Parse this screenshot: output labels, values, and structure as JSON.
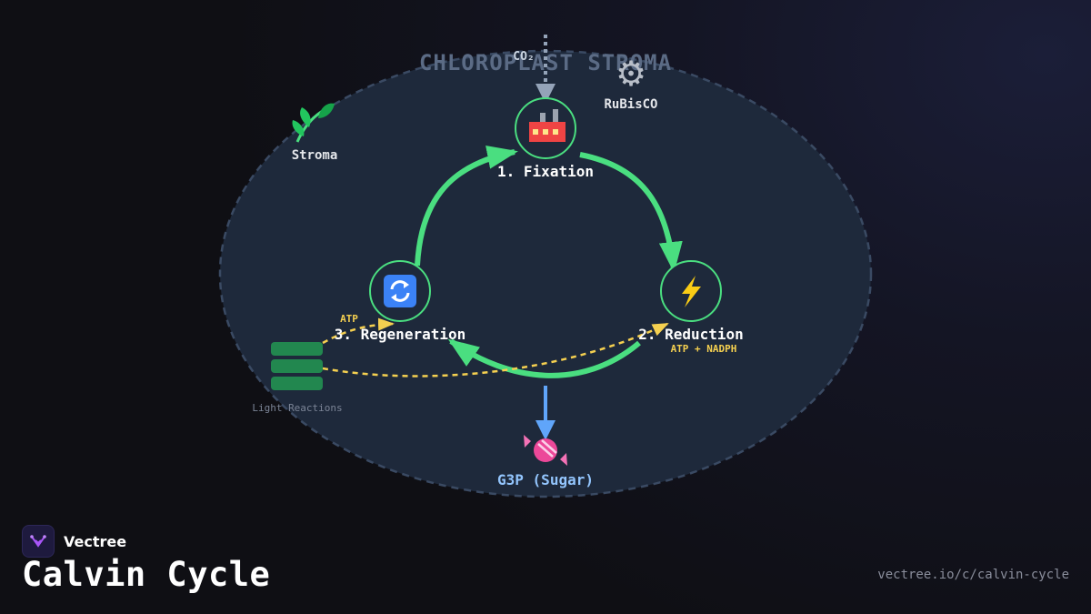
{
  "diagram": {
    "region_label": "CHLOROPLAST STROMA",
    "co2_label": "CO₂",
    "enzyme": {
      "icon": "gear-icon",
      "label": "RuBisCO"
    },
    "stroma_marker": {
      "icon": "herb-icon",
      "label": "Stroma"
    },
    "steps": [
      {
        "label": "1. Fixation",
        "icon": "factory-icon"
      },
      {
        "label": "2. Reduction",
        "icon": "lightning-icon"
      },
      {
        "label": "3. Regeneration",
        "icon": "cycle-arrows-icon"
      }
    ],
    "inputs": {
      "reduction": "ATP + NADPH",
      "regeneration": "ATP"
    },
    "output": {
      "icon": "candy-icon",
      "label": "G3P (Sugar)"
    },
    "light_reactions": {
      "label": "Light Reactions"
    }
  },
  "brand": {
    "name": "Vectree",
    "logo_icon": "vectree-logo-icon"
  },
  "page": {
    "title": "Calvin Cycle",
    "url": "vectree.io/c/calvin-cycle"
  },
  "colors": {
    "cycle_arrow": "#4ade80",
    "energy_dashed": "#f5d050",
    "output_arrow": "#60a5fa",
    "chloroplast_fill": "#1e293b",
    "thylakoid": "#22874f"
  }
}
